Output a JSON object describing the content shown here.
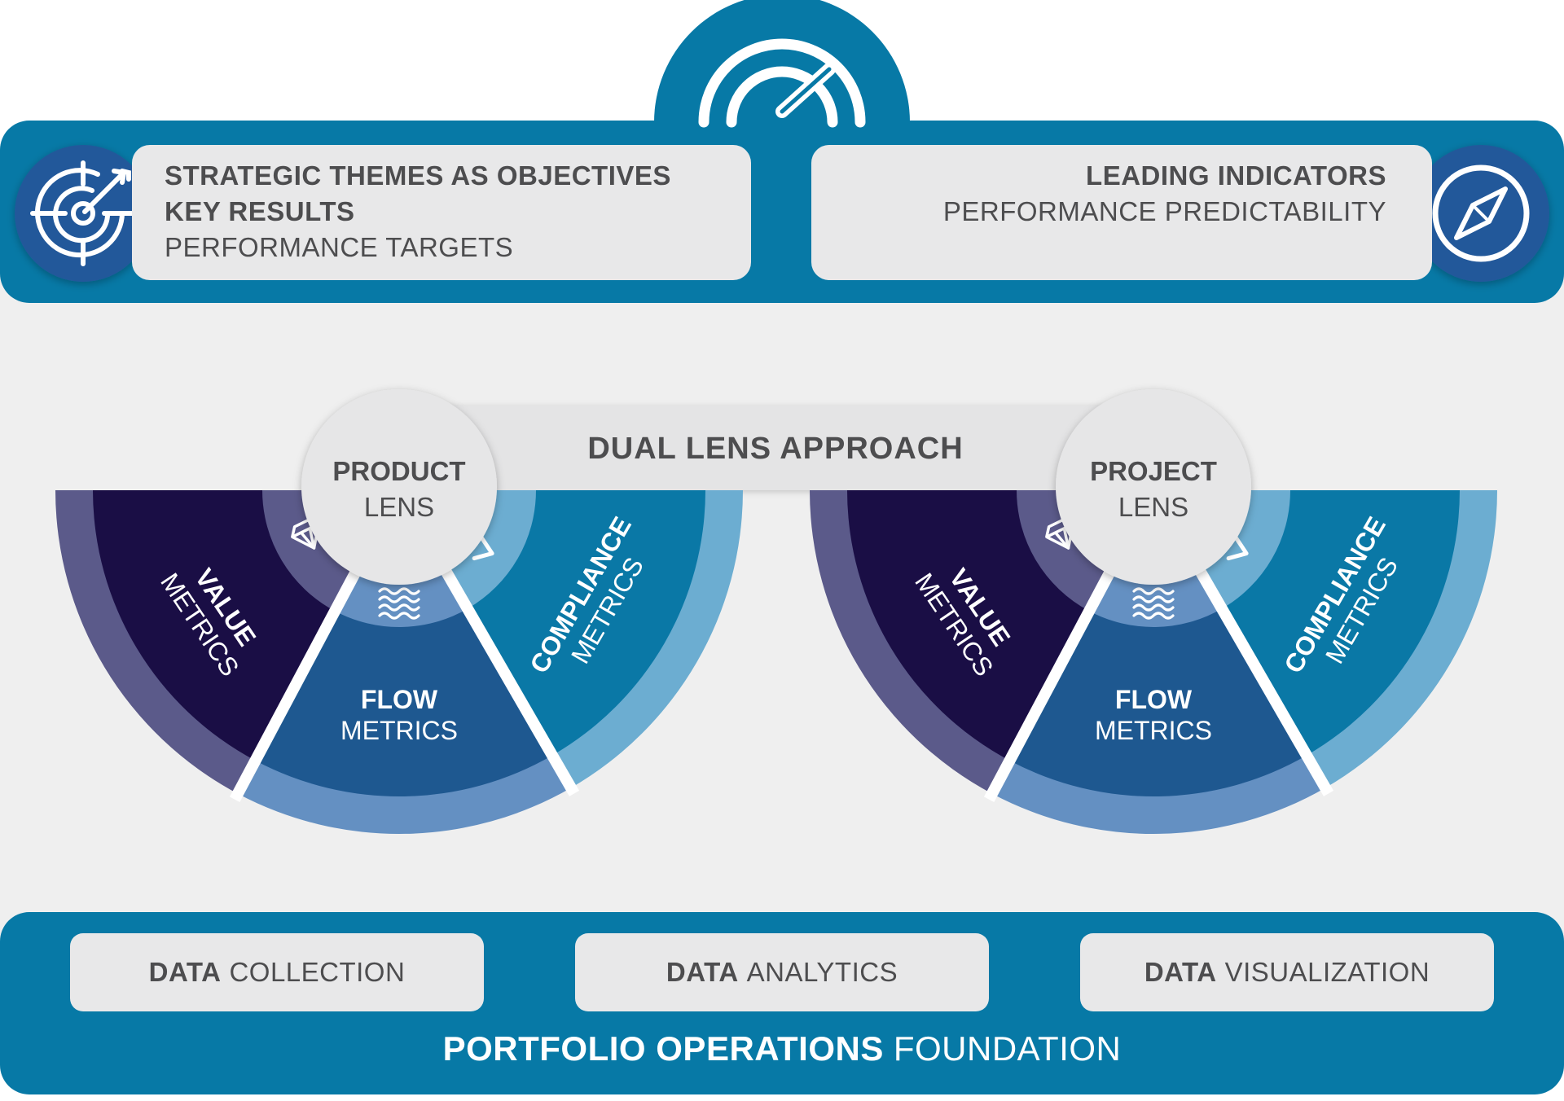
{
  "top_left": {
    "heading": "STRATEGIC THEMES AS OBJECTIVES KEY RESULTS",
    "subheading": "PERFORMANCE TARGETS",
    "icon": "target-arrow-icon"
  },
  "top_right": {
    "heading": "LEADING INDICATORS",
    "subheading": "PERFORMANCE PREDICTABILITY",
    "icon": "compass-icon"
  },
  "top_center_icon": "gauge-icon",
  "dual_lens": {
    "title": "DUAL LENS APPROACH",
    "lenses": [
      {
        "title": "PRODUCT",
        "subtitle": "LENS",
        "segments": {
          "value": {
            "bold": "VALUE",
            "light": "METRICS",
            "icon": "diamond-icon"
          },
          "flow": {
            "bold": "FLOW",
            "light": "METRICS",
            "icon": "waves-icon"
          },
          "compliance": {
            "bold": "COMPLIANCE",
            "light": "METRICS",
            "icon": "chevron-icon"
          }
        }
      },
      {
        "title": "PROJECT",
        "subtitle": "LENS",
        "segments": {
          "value": {
            "bold": "VALUE",
            "light": "METRICS",
            "icon": "diamond-icon"
          },
          "flow": {
            "bold": "FLOW",
            "light": "METRICS",
            "icon": "waves-icon"
          },
          "compliance": {
            "bold": "COMPLIANCE",
            "light": "METRICS",
            "icon": "chevron-icon"
          }
        }
      }
    ]
  },
  "data_cards": [
    {
      "bold": "DATA",
      "light": "COLLECTION"
    },
    {
      "bold": "DATA",
      "light": "ANALYTICS"
    },
    {
      "bold": "DATA",
      "light": "VISUALIZATION"
    }
  ],
  "foundation": {
    "bold": "PORTFOLIO OPERATIONS",
    "light": "FOUNDATION"
  },
  "colors": {
    "teal_blue": "#0779a6",
    "light_gray": "#efefef",
    "card_gray": "#e8e8e9",
    "text_gray": "#4d4d4f",
    "value_dark": "#1a0e45",
    "value_ring": "#5b5a8a",
    "flow_mid": "#1e5890",
    "flow_ring": "#6490c2",
    "compliance_teal": "#0a78a6",
    "compliance_ring": "#6cadd1"
  }
}
